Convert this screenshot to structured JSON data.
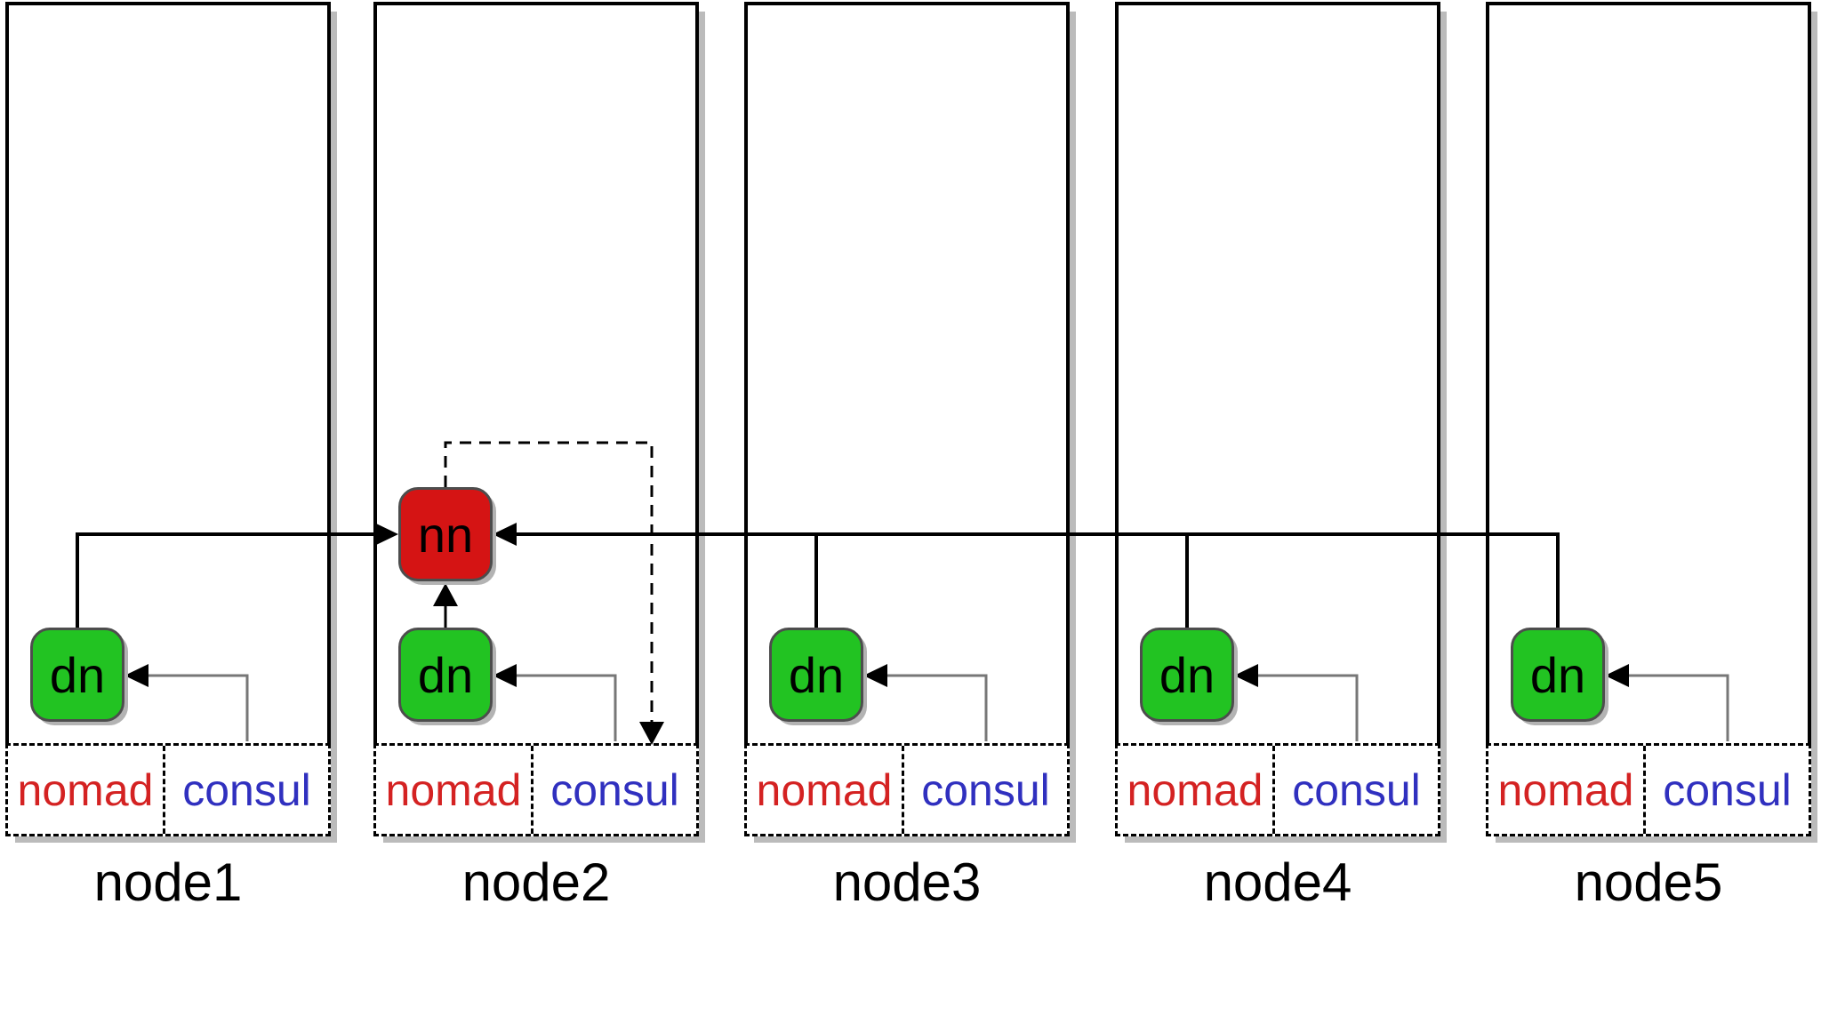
{
  "colors": {
    "namenode-red": "#d51414",
    "datanode-green": "#22c322",
    "nomad-red": "#d42222",
    "consul-blue": "#3030bf",
    "box-border": "#4d4d4d",
    "shadow-gray": "#bbbbbb",
    "gray-line": "#777777",
    "node-border": "#000000"
  },
  "nodes": [
    {
      "label": "node1",
      "dn_label": "dn",
      "services": [
        "nomad",
        "consul"
      ]
    },
    {
      "label": "node2",
      "dn_label": "dn",
      "nn_label": "nn",
      "services": [
        "nomad",
        "consul"
      ]
    },
    {
      "label": "node3",
      "dn_label": "dn",
      "services": [
        "nomad",
        "consul"
      ]
    },
    {
      "label": "node4",
      "dn_label": "dn",
      "services": [
        "nomad",
        "consul"
      ]
    },
    {
      "label": "node5",
      "dn_label": "dn",
      "services": [
        "nomad",
        "consul"
      ]
    }
  ],
  "edges": [
    {
      "from": "node1.dn",
      "to": "node2.nn",
      "style": "solid-black-arrow"
    },
    {
      "from": "node2.dn",
      "to": "node2.nn",
      "style": "solid-black-arrow"
    },
    {
      "from": "node3.dn",
      "to": "node2.nn",
      "style": "solid-black-arrow"
    },
    {
      "from": "node4.dn",
      "to": "node2.nn",
      "style": "solid-black-arrow"
    },
    {
      "from": "node5.dn",
      "to": "node2.nn",
      "style": "solid-black-arrow"
    },
    {
      "from": "node2.nn",
      "to": "node2.consul",
      "style": "dashed-black-arrow"
    },
    {
      "from": "node1.consul",
      "to": "node1.dn",
      "style": "solid-gray-arrow"
    },
    {
      "from": "node2.consul",
      "to": "node2.dn",
      "style": "solid-gray-arrow"
    },
    {
      "from": "node3.consul",
      "to": "node3.dn",
      "style": "solid-gray-arrow"
    },
    {
      "from": "node4.consul",
      "to": "node4.dn",
      "style": "solid-gray-arrow"
    },
    {
      "from": "node5.consul",
      "to": "node5.dn",
      "style": "solid-gray-arrow"
    }
  ]
}
